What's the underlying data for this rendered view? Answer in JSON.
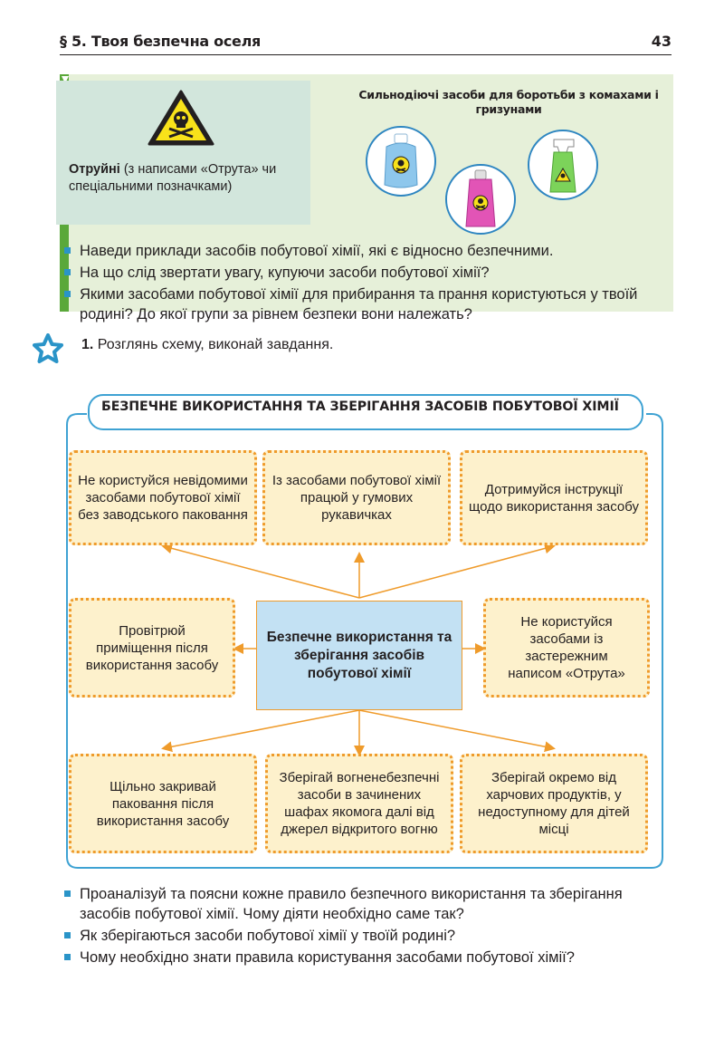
{
  "header": {
    "title": "§ 5. Твоя безпечна оселя",
    "page_number": "43"
  },
  "info_block": {
    "poison": {
      "label_bold": "Отруйні",
      "label_rest": " (з написами «Отрута» чи спеціальними позначками)"
    },
    "strong_agents_title": "Сильнодіючі засоби для боротьби з комахами і гризунами",
    "questions": [
      "Наведи приклади засобів побутової хімії, які є відносно безпечними.",
      "На що слід звертати увагу, купуючи засоби побутової хімії?",
      "Якими засобами побутової хімії для прибирання та прання користуються у твоїй родині? До якої групи за рівнем безпеки вони належать?"
    ]
  },
  "task": {
    "number": "1.",
    "text": " Розглянь схему, виконай завдання."
  },
  "scheme": {
    "title": "БЕЗПЕЧНЕ ВИКОРИСТАННЯ ТА ЗБЕРІГАННЯ ЗАСОБІВ ПОБУТОВОЇ ХІМІЇ",
    "center": "Безпечне використання та зберігання засобів побутової хімії",
    "rules": [
      "Не користуйся невідомими засобами побутової хімії без заводського паковання",
      "Із засобами побутової хімії працюй у гумових рукавичках",
      "Дотримуйся інструкції щодо використання засобу",
      "Провітрюй приміщення після використання засобу",
      "Не користуйся засобами із застережним написом «Отрута»",
      "Щільно закривай паковання після використання засобу",
      "Зберігай вогненебезпечні засоби в зачинених шафах якомога далі від джерел відкритого вогню",
      "Зберігай окремо від харчових продуктів, у недоступному для дітей місці"
    ]
  },
  "final_questions": [
    "Проаналізуй та поясни кожне правило безпечного використання та зберігання засобів побутової хімії. Чому діяти необхідно саме так?",
    "Як зберігаються засоби побутової хімії у твоїй родині?",
    "Чому необхідно знати правила користування засобами побутової хімії?"
  ],
  "colors": {
    "green_bar": "#5aa83a",
    "green_bg": "#e6f0d9",
    "bullet_blue": "#2a94c8",
    "orange": "#ef9b2b",
    "rule_bg": "#fdf1cc",
    "center_bg": "#c3e1f3",
    "frame_blue": "#3ea2d3"
  },
  "icons": [
    "warning-poison-icon",
    "poison-bottle-blue-icon",
    "poison-bottle-pink-icon",
    "poison-spray-green-icon",
    "star-icon"
  ]
}
